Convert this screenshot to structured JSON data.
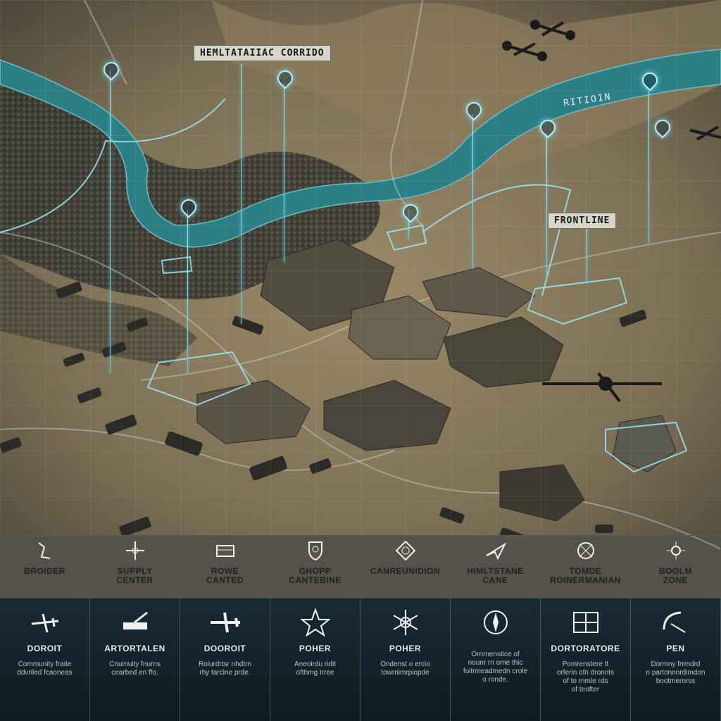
{
  "map": {
    "tag_corridor": "HEMLTATAIIAC CORRIDO",
    "tag_frontline": "FRONTLINE",
    "river_label": "RITIOIN"
  },
  "legend": [
    {
      "top_label": "BROIDER",
      "bottom_label": "DOROIT",
      "desc": "Community  fraite\nddvriled fcaoneas",
      "icon_top": "route-marker-icon",
      "icon_bot": "aircraft-icon"
    },
    {
      "top_label": "SUPPLY\nCENTER",
      "bottom_label": "ARTORTALEN",
      "desc": "Cnumuity  fnurns\ncearbed en ffo.",
      "icon_top": "crosshair-icon",
      "icon_bot": "artillery-icon"
    },
    {
      "top_label": "ROWE\nCANTED",
      "bottom_label": "DOOROIT",
      "desc": "Roiurdrtsr  nhdtrn\nrhy tarclne prde.",
      "icon_top": "supply-box-icon",
      "icon_bot": "transport-plane-icon"
    },
    {
      "top_label": "GHOPP\nCANTEBINE",
      "bottom_label": "POHER",
      "desc": "Aneoirdu ridit\nofthmg Irree",
      "icon_top": "shield-crest-icon",
      "icon_bot": "star-emblem-icon"
    },
    {
      "top_label": "CANREUNIDION",
      "bottom_label": "POHER",
      "desc": "Ondenst  o ercio\ntowrnimrpiopde",
      "icon_top": "diamond-emblem-icon",
      "icon_bot": "burst-emblem-icon"
    },
    {
      "top_label": "HIMLTSTANE\nCANE",
      "bottom_label": "",
      "desc": "Ornrnenstice of\nnounr rn  ome  thic\nfuitrmeadmedn crole\no ronde.",
      "icon_top": "aircraft-arrow-icon",
      "icon_bot": "compass-rose-icon"
    },
    {
      "top_label": "TOMDE\nROINERMANIAN",
      "bottom_label": "DORTORATORE",
      "desc": "Pomrenstere tt\norferin ofn dronnts\nof to rnmle rds\nof teofter",
      "icon_top": "target-reticle-icon",
      "icon_bot": "grid-frame-icon"
    },
    {
      "top_label": "BOOLM\nZONE",
      "bottom_label": "PEN",
      "desc": "Dormny  frrmdrd\nn partonnnrdimdon\nbootmerorss",
      "icon_top": "sun-crest-icon",
      "icon_bot": "radar-dish-icon"
    }
  ]
}
